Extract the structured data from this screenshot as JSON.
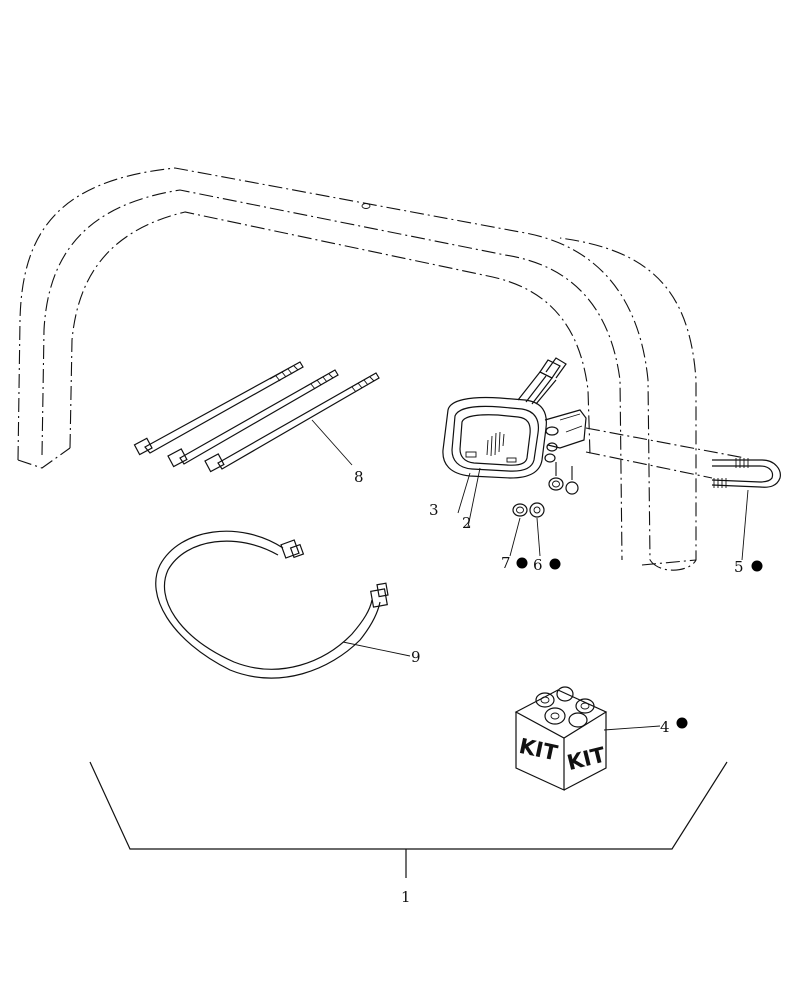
{
  "callouts": [
    {
      "id": "c1",
      "label": "1",
      "marked": false
    },
    {
      "id": "c2",
      "label": "2",
      "marked": false
    },
    {
      "id": "c3",
      "label": "3",
      "marked": false
    },
    {
      "id": "c4",
      "label": "4",
      "marked": true
    },
    {
      "id": "c5",
      "label": "5",
      "marked": true
    },
    {
      "id": "c6",
      "label": "6",
      "marked": true
    },
    {
      "id": "c7",
      "label": "7",
      "marked": true
    },
    {
      "id": "c8",
      "label": "8",
      "marked": false
    },
    {
      "id": "c9",
      "label": "9",
      "marked": false
    }
  ],
  "kit_box": {
    "face_left": "KIT",
    "face_right": "KIT"
  }
}
